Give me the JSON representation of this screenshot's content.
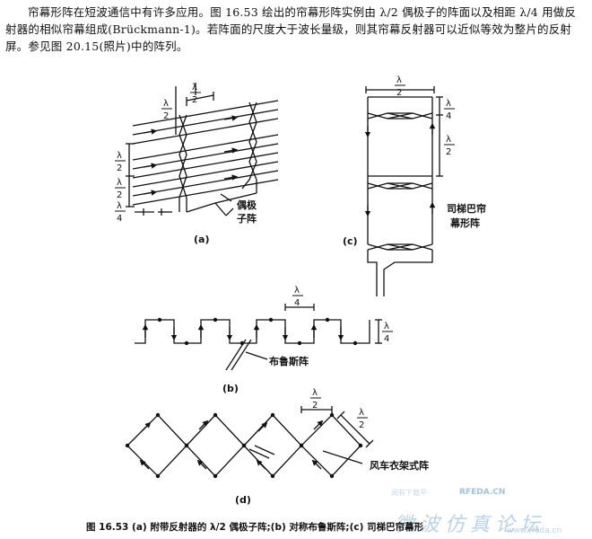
{
  "intro": "帘幕形阵在短波通信中有许多应用。图 16.53 绘出的帘幕形阵实例由 λ/2 偶极子的阵面以及相距 λ/4 用做反射器的相似帘幕组成(Brückmann-1)。若阵面的尺度大于波长量级，则其帘幕反射器可以近似等效为整片的反射屏。参见图 20.15(照片)中的阵列。",
  "labels": {
    "lambda": "λ",
    "two": "2",
    "four": "4",
    "dipole_subarray_1": "偶极",
    "dipole_subarray_2": "子阵",
    "panel_a": "(a)",
    "panel_b": "(b)",
    "panel_c": "(c)",
    "panel_d": "(d)",
    "bruce_array": "布鲁斯阵",
    "sterba_1": "司梯巴帘",
    "sterba_2": "幕形阵",
    "windmill": "风车衣架式阵"
  },
  "caption": "图 16.53  (a) 附带反射器的 λ/2 偶极子阵;(b) 对称布鲁斯阵;(c) 司梯巴帘幕形",
  "watermark": {
    "main": "微波仿真论坛",
    "url": "www.rfeda.cn",
    "brand": "RFEDA.CN",
    "slogan": "阅有下载平"
  }
}
